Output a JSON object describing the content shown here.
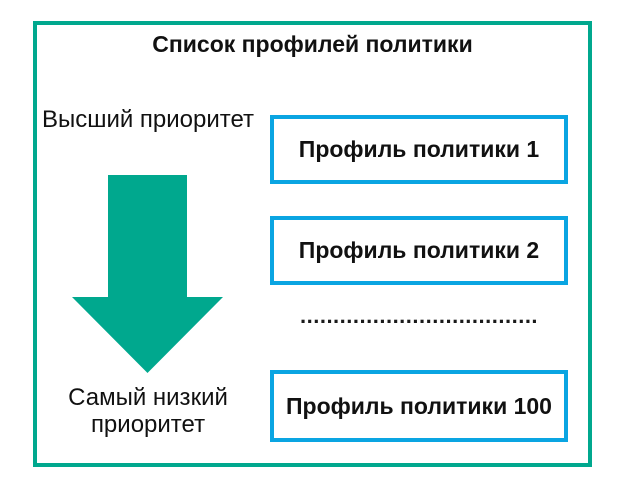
{
  "diagram": {
    "title": "Список профилей политики",
    "priority_labels": {
      "highest": "Высший приоритет",
      "lowest_line1": "Самый низкий",
      "lowest_line2": "приоритет"
    },
    "profiles": [
      {
        "label": "Профиль политики 1"
      },
      {
        "label": "Профиль политики 2"
      },
      {
        "label": "Профиль политики 100"
      }
    ],
    "ellipsis": "..................................................",
    "colors": {
      "frame_and_arrow_teal": "#00a88e",
      "profile_box_blue": "#0aa5e2",
      "text": "#111111"
    }
  }
}
